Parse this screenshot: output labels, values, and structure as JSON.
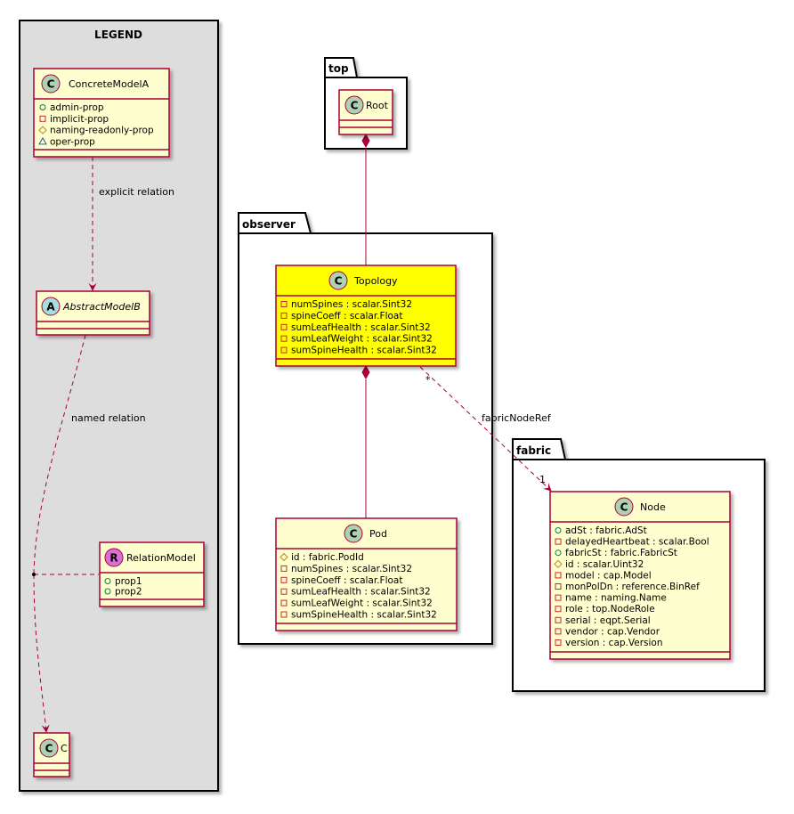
{
  "legend": {
    "title": "LEGEND",
    "classes": {
      "concrete": {
        "name": "ConcreteModelA",
        "stereotype": "C",
        "props": [
          {
            "vis": "+",
            "name": "admin-prop"
          },
          {
            "vis": "-",
            "name": "implicit-prop"
          },
          {
            "vis": "#",
            "name": "naming-readonly-prop"
          },
          {
            "vis": "~",
            "name": "oper-prop"
          }
        ]
      },
      "abstract": {
        "name": "AbstractModelB",
        "stereotype": "A"
      },
      "relation": {
        "name": "RelationModel",
        "stereotype": "R",
        "props": [
          {
            "vis": "+",
            "name": "prop1"
          },
          {
            "vis": "+",
            "name": "prop2"
          }
        ]
      },
      "c": {
        "name": "C",
        "stereotype": "C"
      }
    },
    "edges": {
      "explicit": "explicit relation",
      "named": "named relation"
    }
  },
  "packages": {
    "top": "top",
    "observer": "observer",
    "fabric": "fabric"
  },
  "classes": {
    "root": {
      "name": "Root",
      "stereotype": "C"
    },
    "topology": {
      "name": "Topology",
      "stereotype": "C",
      "props": [
        {
          "vis": "-",
          "name": "numSpines : scalar.Sint32"
        },
        {
          "vis": "-",
          "name": "spineCoeff : scalar.Float"
        },
        {
          "vis": "-",
          "name": "sumLeafHealth : scalar.Sint32"
        },
        {
          "vis": "-",
          "name": "sumLeafWeight : scalar.Sint32"
        },
        {
          "vis": "-",
          "name": "sumSpineHealth : scalar.Sint32"
        }
      ]
    },
    "pod": {
      "name": "Pod",
      "stereotype": "C",
      "props": [
        {
          "vis": "#",
          "name": "id : fabric.PodId"
        },
        {
          "vis": "-",
          "name": "numSpines : scalar.Sint32"
        },
        {
          "vis": "-",
          "name": "spineCoeff : scalar.Float"
        },
        {
          "vis": "-",
          "name": "sumLeafHealth : scalar.Sint32"
        },
        {
          "vis": "-",
          "name": "sumLeafWeight : scalar.Sint32"
        },
        {
          "vis": "-",
          "name": "sumSpineHealth : scalar.Sint32"
        }
      ]
    },
    "node": {
      "name": "Node",
      "stereotype": "C",
      "props": [
        {
          "vis": "+",
          "name": "adSt : fabric.AdSt"
        },
        {
          "vis": "-",
          "name": "delayedHeartbeat : scalar.Bool"
        },
        {
          "vis": "+",
          "name": "fabricSt : fabric.FabricSt"
        },
        {
          "vis": "#",
          "name": "id : scalar.Uint32"
        },
        {
          "vis": "-",
          "name": "model : cap.Model"
        },
        {
          "vis": "-",
          "name": "monPolDn : reference.BinRef"
        },
        {
          "vis": "-",
          "name": "name : naming.Name"
        },
        {
          "vis": "-",
          "name": "role : top.NodeRole"
        },
        {
          "vis": "-",
          "name": "serial : eqpt.Serial"
        },
        {
          "vis": "-",
          "name": "vendor : cap.Vendor"
        },
        {
          "vis": "-",
          "name": "version : cap.Version"
        }
      ]
    }
  },
  "edges": {
    "fabricNodeRef": {
      "label": "fabricNodeRef",
      "source_mult": "*",
      "target_mult": "1"
    }
  },
  "colors": {
    "class_fill": "#fefece",
    "class_border": "#a80036",
    "highlight_fill": "#ffff00",
    "legend_fill": "#dddddd",
    "circle_c": "#add1b2",
    "circle_a": "#a9dcdf",
    "circle_r": "#da70d6"
  }
}
